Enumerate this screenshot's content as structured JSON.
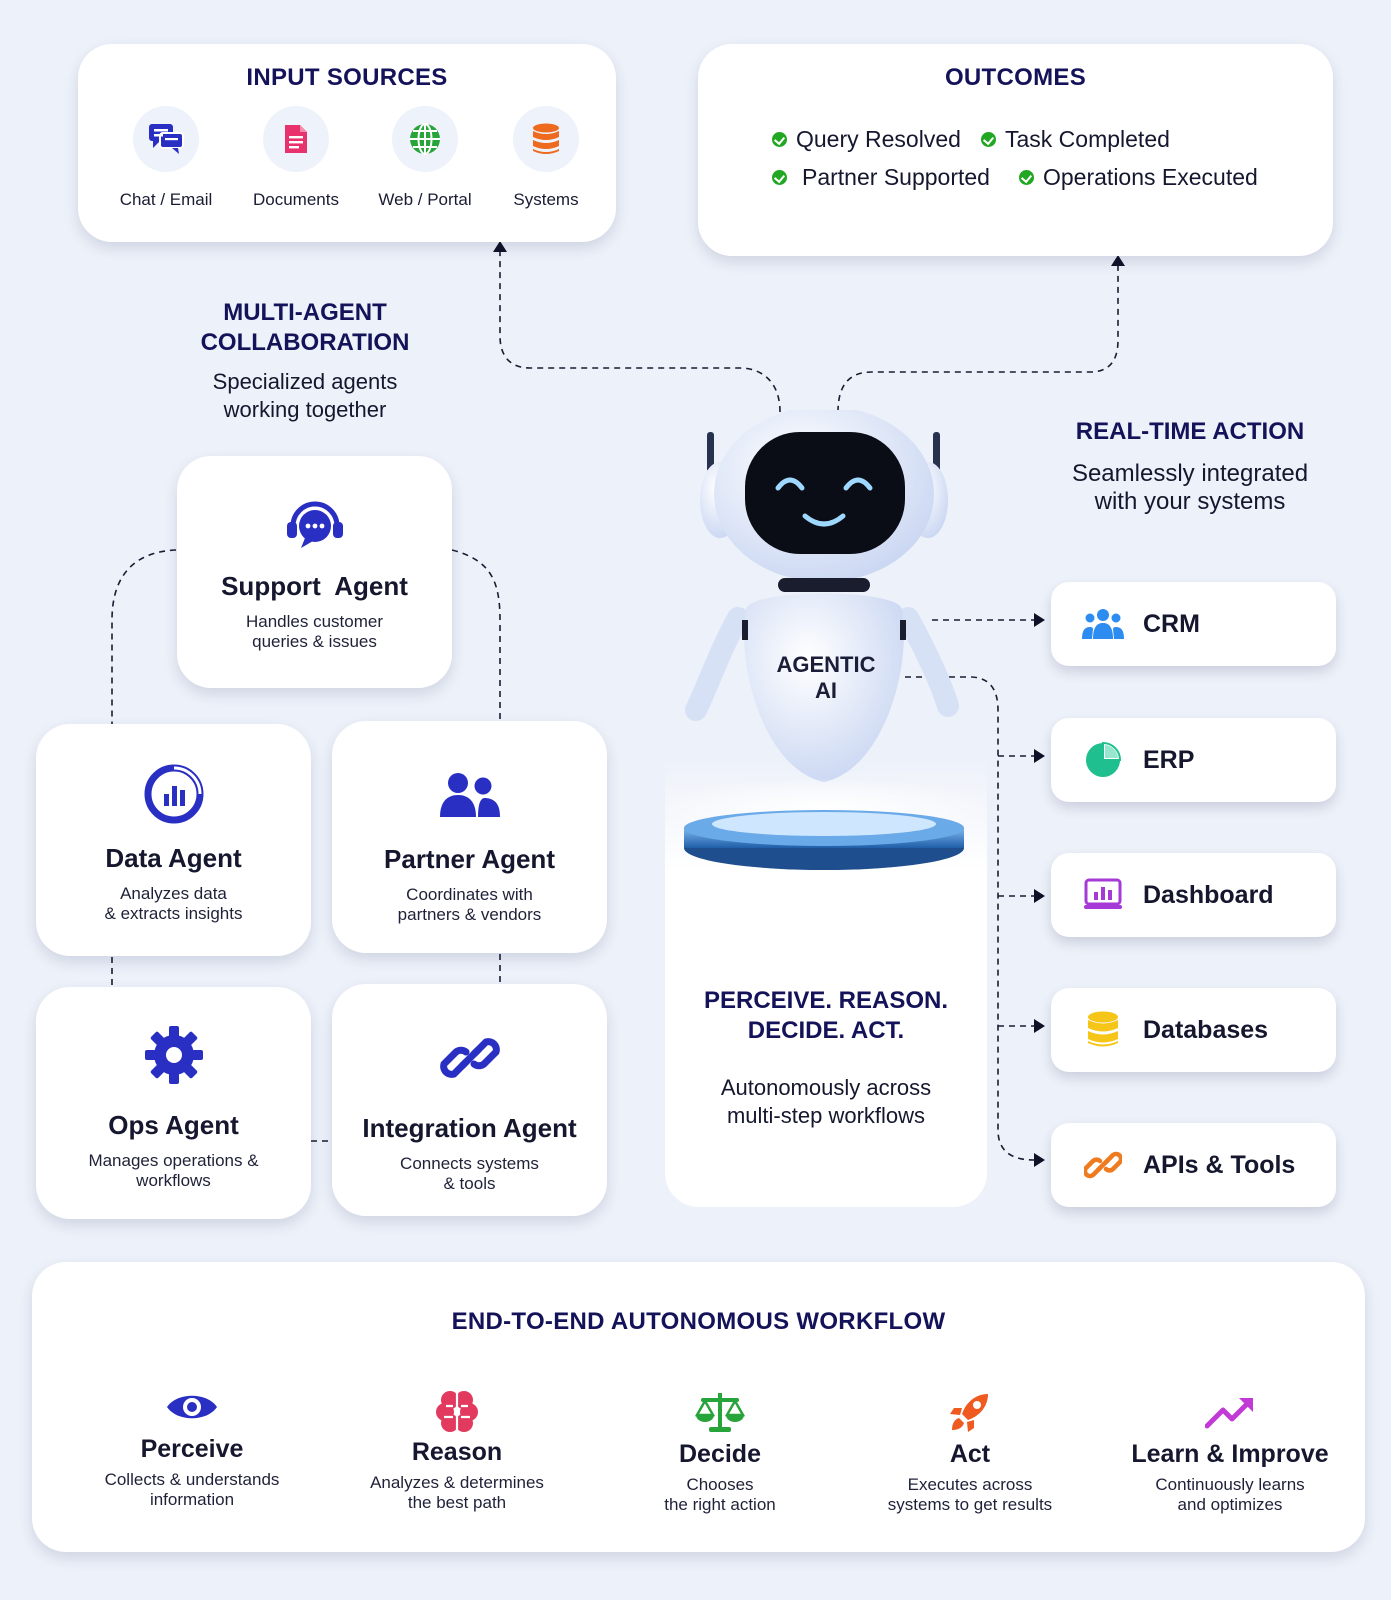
{
  "input_sources": {
    "title": "INPUT SOURCES",
    "items": [
      {
        "label": "Chat / Email",
        "icon": "chat-icon",
        "color": "#2a2fc4"
      },
      {
        "label": "Documents",
        "icon": "document-icon",
        "color": "#e8326e"
      },
      {
        "label": "Web / Portal",
        "icon": "globe-icon",
        "color": "#27a43a"
      },
      {
        "label": "Systems",
        "icon": "database-stack-icon",
        "color": "#ee6a1f"
      }
    ]
  },
  "outcomes": {
    "title": "OUTCOMES",
    "items": [
      "Query Resolved",
      "Task Completed",
      "Partner Supported",
      "Operations Executed"
    ],
    "check_color": "#22a722"
  },
  "collaboration": {
    "title_line1": "MULTI-AGENT",
    "title_line2": "COLLABORATION",
    "subtitle_line1": "Specialized agents",
    "subtitle_line2": "working together"
  },
  "agents": {
    "support": {
      "name": "Support  Agent",
      "desc_line1": "Handles customer",
      "desc_line2": "queries & issues"
    },
    "data": {
      "name": "Data Agent",
      "desc_line1": "Analyzes data",
      "desc_line2": "& extracts insights"
    },
    "partner": {
      "name": "Partner Agent",
      "desc_line1": "Coordinates with",
      "desc_line2": "partners & vendors"
    },
    "ops": {
      "name": "Ops Agent",
      "desc_line1": "Manages operations &",
      "desc_line2": "workflows"
    },
    "integration": {
      "name": "Integration Agent",
      "desc_line1": "Connects systems",
      "desc_line2": "& tools"
    }
  },
  "robot": {
    "label_line1": "AGENTIC",
    "label_line2": "AI",
    "tagline_line1": "PERCEIVE. REASON.",
    "tagline_line2": "DECIDE. ACT.",
    "desc_line1": "Autonomously across",
    "desc_line2": "multi-step workflows"
  },
  "realtime": {
    "title": "REAL-TIME ACTION",
    "subtitle_line1": "Seamlessly integrated",
    "subtitle_line2": "with your systems",
    "systems": [
      {
        "name": "CRM",
        "icon": "users-icon",
        "color": "#2d8cf0"
      },
      {
        "name": "ERP",
        "icon": "pie-chart-icon",
        "color": "#1fbf8f"
      },
      {
        "name": "Dashboard",
        "icon": "dashboard-icon",
        "color": "#a53ad6"
      },
      {
        "name": "Databases",
        "icon": "database-icon",
        "color": "#f5c518"
      },
      {
        "name": "APIs & Tools",
        "icon": "link-icon",
        "color": "#f07a1e"
      }
    ]
  },
  "workflow": {
    "title": "END-TO-END AUTONOMOUS WORKFLOW",
    "steps": [
      {
        "name": "Perceive",
        "desc_line1": "Collects & understands",
        "desc_line2": "information",
        "icon": "eye-icon",
        "color": "#2a2fc4"
      },
      {
        "name": "Reason",
        "desc_line1": "Analyzes & determines",
        "desc_line2": "the best path",
        "icon": "brain-icon",
        "color": "#e23a5e"
      },
      {
        "name": "Decide",
        "desc_line1": "Chooses",
        "desc_line2": "the right action",
        "icon": "scale-icon",
        "color": "#27a43a"
      },
      {
        "name": "Act",
        "desc_line1": "Executes across",
        "desc_line2": "systems to get results",
        "icon": "rocket-icon",
        "color": "#ee5a1f"
      },
      {
        "name": "Learn & Improve",
        "desc_line1": "Continuously learns",
        "desc_line2": "and optimizes",
        "icon": "trend-up-icon",
        "color": "#c23ad6"
      }
    ]
  }
}
